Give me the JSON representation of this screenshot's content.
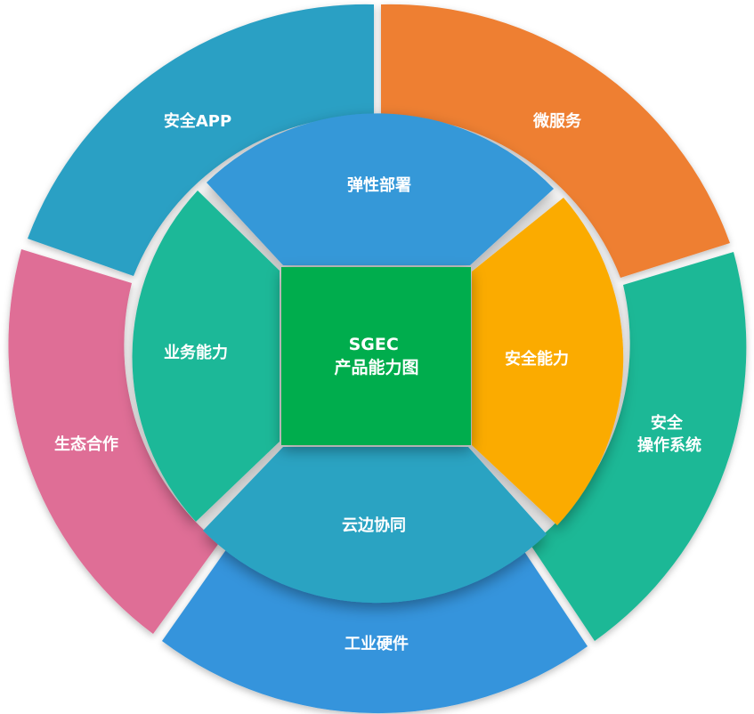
{
  "center": {
    "line1": "SGEC",
    "line2": "产品能力图",
    "color": "#00ad4e"
  },
  "inner_ring": [
    {
      "key": "top",
      "label": "弹性部署",
      "color": "#3598d8"
    },
    {
      "key": "right",
      "label": "安全能力",
      "color": "#fbab00"
    },
    {
      "key": "bottom",
      "label": "云边协同",
      "color": "#2ba3c2"
    },
    {
      "key": "left",
      "label": "业务能力",
      "color": "#1bb898"
    }
  ],
  "outer_ring": [
    {
      "key": "top-left",
      "label": "安全APP",
      "color": "#2ba0c4"
    },
    {
      "key": "top-right",
      "label": "微服务",
      "color": "#ee7f33"
    },
    {
      "key": "right",
      "lines": [
        "安全",
        "操作系统"
      ],
      "color": "#1bb896"
    },
    {
      "key": "bottom",
      "label": "工业硬件",
      "color": "#3594dc"
    },
    {
      "key": "left",
      "label": "生态合作",
      "color": "#df6e96"
    }
  ]
}
